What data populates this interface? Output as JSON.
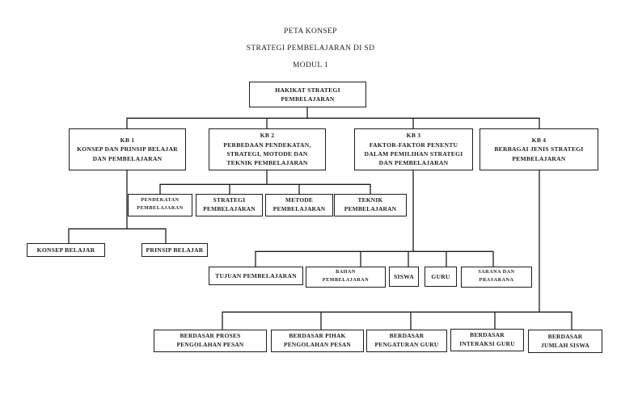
{
  "titles": {
    "line1": "PETA KONSEP",
    "line2": "STRATEGI PEMBELAJARAN DI SD",
    "line3": "MODUL 1"
  },
  "nodes": {
    "hakikat": "HAKIKAT STRATEGI\nPEMBELAJARAN",
    "kb1": "KB 1\nKONSEP DAN PRINSIP BELAJAR\nDAN PEMBELAJARAN",
    "kb2": "KB 2\nPERBEDAAN PENDEKATAN,\nSTRATEGI, MOTODE DAN\nTEKNIK PEMBELAJARAN",
    "kb3": "KB 3\nFAKTOR-FAKTOR PENENTU\nDALAM PEMILIHAN STRATEGI\nDAN PEMBELAJARAN",
    "kb4": "KB 4\nBERBAGAI JENIS STRATEGI\nPEMBELAJARAN",
    "pendekatan": "PENDEKATAN\nPEMBELAJARAN",
    "strategi": "STRATEGI\nPEMBELAJARAN",
    "metode": "METODE\nPEMBELAJARAN",
    "teknik": "TEKNIK\nPEMBELAJARAN",
    "konsep": "KONSEP BELAJAR",
    "prinsip": "PRINSIP BELAJAR",
    "tujuan": "TUJUAN PEMBELAJARAN",
    "bahan": "BAHAN\nPEMBELAJARAN",
    "siswa": "SISWA",
    "guru": "GURU",
    "sarana": "SARANA DAN\nPRASARANA",
    "berdasar_proses": "BERDASAR PROSES\nPENGOLAHAN PESAN",
    "berdasar_pihak": "BERDASAR PIHAK\nPENGOLAHAN PESAN",
    "berdasar_pengaturan": "BERDASAR\nPENGATURAN GURU",
    "berdasar_interaksi": "BERDASAR\nINTERAKSI GURU",
    "berdasar_jumlah": "BERDASAR\nJUMLAH SISWA"
  },
  "colors": {
    "ink": "#1d1d1d",
    "background": "#ffffff"
  }
}
